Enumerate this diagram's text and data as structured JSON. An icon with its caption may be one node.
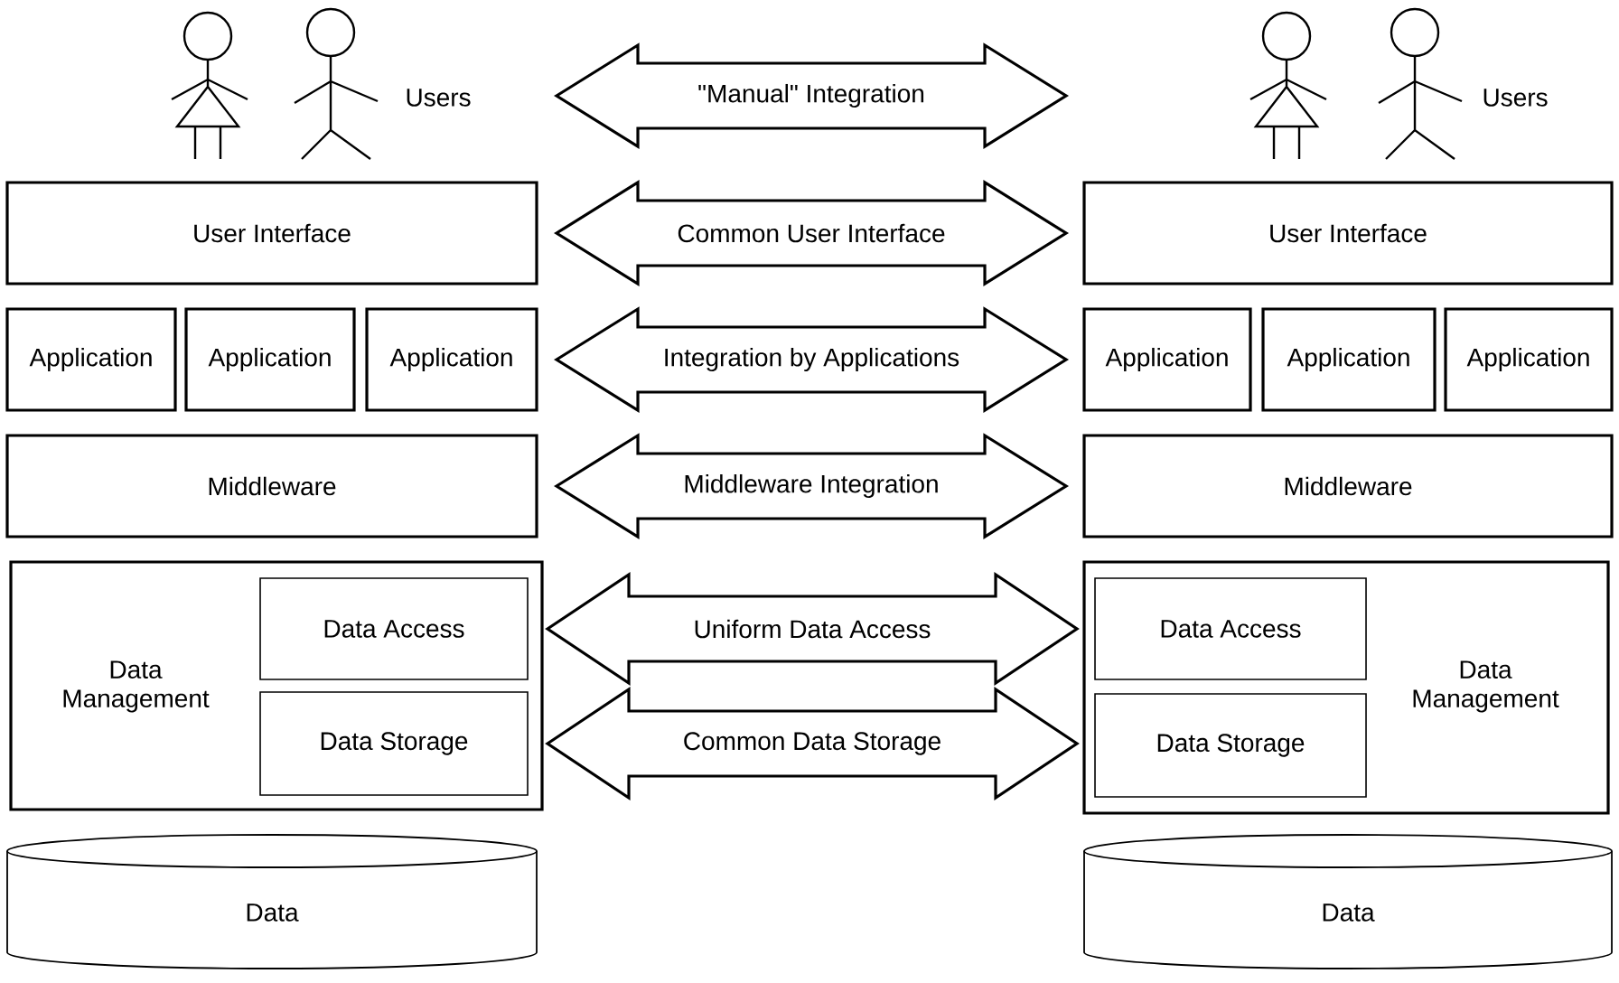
{
  "diagram": {
    "nodes": [
      {
        "text": [
          "Users"
        ]
      },
      {
        "text": [
          "User Interface"
        ]
      },
      {
        "text": [
          "Application"
        ]
      },
      {
        "text": [
          "Application"
        ]
      },
      {
        "text": [
          "Application"
        ]
      },
      {
        "text": [
          "Middleware"
        ]
      },
      {
        "text": [
          "Data Management"
        ]
      },
      {
        "text": [
          "Data Access"
        ],
        "in": 6
      },
      {
        "text": [
          "Data Storage"
        ],
        "in": 6
      },
      {
        "text": [
          "Data"
        ]
      },
      {
        "text": [
          "Users"
        ]
      },
      {
        "text": [
          "User Interface"
        ]
      },
      {
        "text": [
          "Application"
        ]
      },
      {
        "text": [
          "Application"
        ]
      },
      {
        "text": [
          "Application"
        ]
      },
      {
        "text": [
          "Middleware"
        ]
      },
      {
        "text": [
          "Data Management"
        ]
      },
      {
        "text": [
          "Data Access"
        ],
        "in": 16
      },
      {
        "text": [
          "Data Storage"
        ],
        "in": 16
      },
      {
        "text": [
          "Data"
        ]
      }
    ],
    "edges": [
      {
        "from": 0,
        "to": 10,
        "arrow": "both",
        "label": "\"Manual\" Integration"
      },
      {
        "from": 1,
        "to": 11,
        "arrow": "both",
        "label": "Common User Interface"
      },
      {
        "from": 4,
        "to": 12,
        "arrow": "both",
        "label": "Integration by Applications"
      },
      {
        "from": 5,
        "to": 15,
        "arrow": "both",
        "label": "Middleware Integration"
      },
      {
        "from": 7,
        "to": 17,
        "arrow": "both",
        "label": "Uniform Data Access"
      },
      {
        "from": 8,
        "to": 18,
        "arrow": "both",
        "label": "Common Data Storage"
      }
    ]
  }
}
